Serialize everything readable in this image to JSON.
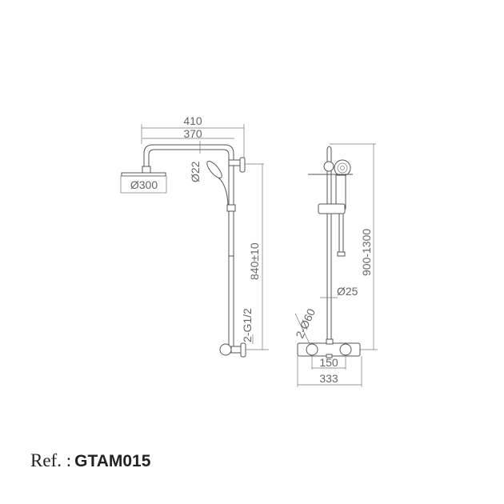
{
  "side_view": {
    "dim_total_width": "410",
    "dim_arm_width": "370",
    "dim_head_diameter": "Ø300",
    "dim_arm_pipe_diameter": "Ø22",
    "dim_height": "840±10",
    "dim_inlet": "2-G1/2"
  },
  "front_view": {
    "dim_height_range": "900-1300",
    "dim_rod_diameter": "Ø25",
    "dim_flange": "2-Ø60",
    "dim_centers": "150",
    "dim_mixer_width": "333"
  },
  "reference": {
    "label": "Ref. :",
    "code": "GTAM015"
  }
}
